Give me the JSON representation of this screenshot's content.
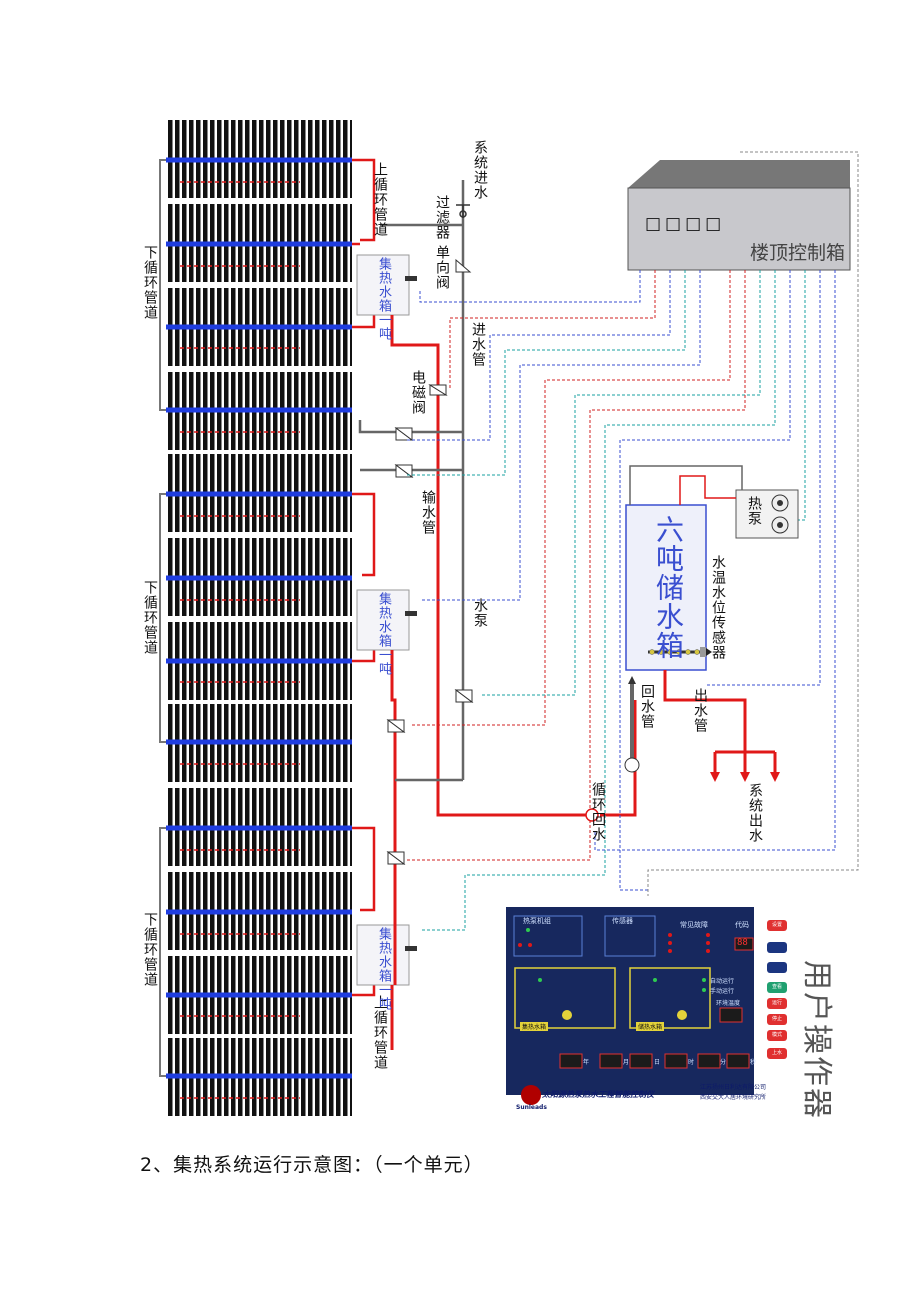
{
  "labels": {
    "system_inlet": "系统进水",
    "filter": "过滤器",
    "check_valve": "单向阀",
    "upper_pipe": "上循环管道",
    "lower_pipe": "下循环管道",
    "collector_box": "集热水箱一吨",
    "inlet_pipe": "进水管",
    "solenoid_valve": "电磁阀",
    "supply_pipe": "输水管",
    "water_pump": "水泵",
    "storage_tank": "六吨储水箱",
    "temp_sensor": "水温水位传感器",
    "heat_pump": "热泵",
    "outlet_pipe": "出水管",
    "return_pipe": "回水管",
    "circ_return": "循环回水",
    "system_outlet": "系统出水",
    "rooftop_box": "楼顶控制箱",
    "rooftop_squares": "□□□□",
    "user_panel": "用户操作器",
    "valve_mark": "区"
  },
  "panel": {
    "heat_pump_section": "热泵机组",
    "sensor_section": "传感器",
    "fault_section": "常见故障",
    "code_label": "代码",
    "digits": "88",
    "tank1": "集热水箱",
    "tank2": "储热水箱",
    "auto_run": "自动运行",
    "manual_run": "手动运行",
    "env_temp": "环境温度",
    "unit_c": "℃",
    "time_units": [
      "年",
      "月",
      "日",
      "时",
      "分",
      "秒"
    ],
    "buttons": [
      "设置",
      "查看",
      "运行",
      "停止",
      "模式",
      "上水"
    ],
    "product_name": "太阳源热泵热水工程智能控制仪",
    "company_1": "江苏扬州日利达有限公司",
    "company_2": "西安交大人居环境研究所",
    "brand": "Sunleads"
  },
  "caption": "2、集热系统运行示意图：（一个单元）"
}
